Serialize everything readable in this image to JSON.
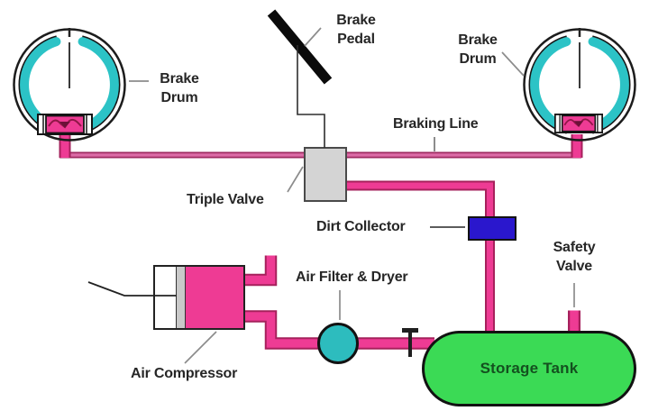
{
  "diagram": {
    "labels": {
      "brake_drum_left": "Brake\nDrum",
      "brake_pedal": "Brake\nPedal",
      "brake_drum_right": "Brake\nDrum",
      "braking_line": "Braking Line",
      "triple_valve": "Triple Valve",
      "dirt_collector": "Dirt Collector",
      "air_filter_dryer": "Air Filter & Dryer",
      "safety_valve": "Safety\nValve",
      "air_compressor": "Air Compressor",
      "storage_tank": "Storage Tank"
    },
    "colors": {
      "pipe_fill": "#ee3b94",
      "pipe_border": "#a6215c",
      "braking_line_fill": "#db6ba6",
      "braking_line_border": "#9e2a60",
      "brake_shoe_cyan": "#2cc3c6",
      "drum_outline": "#1c1c1c",
      "triple_valve_gray": "#d4d4d4",
      "dirt_collector_blue": "#2a17cd",
      "air_filter_teal": "#2dbcbe",
      "storage_tank_green": "#3bda55",
      "storage_tank_text": "#14501f",
      "label_text": "#262626",
      "pedal_black": "#0b0b0b"
    }
  }
}
